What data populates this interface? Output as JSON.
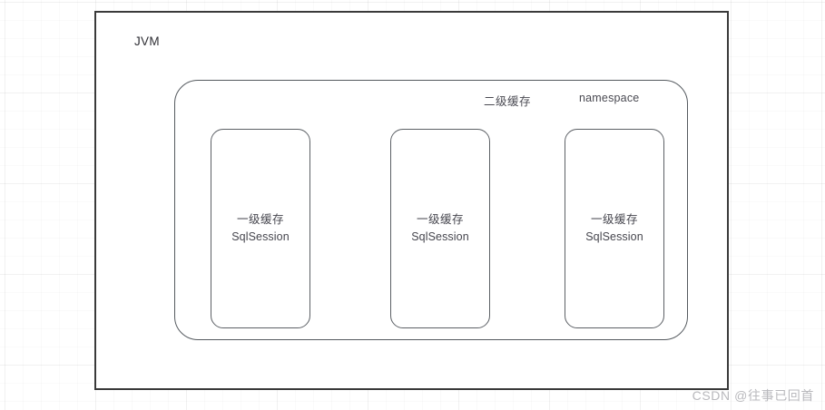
{
  "diagram": {
    "title_label": "JVM",
    "second_level_cache": {
      "cn_label": "二级缓存",
      "scope_label": "namespace"
    },
    "first_level_caches": [
      {
        "cn_label": "一级缓存",
        "en_label": "SqlSession"
      },
      {
        "cn_label": "一级缓存",
        "en_label": "SqlSession"
      },
      {
        "cn_label": "一级缓存",
        "en_label": "SqlSession"
      }
    ]
  },
  "watermark": {
    "text": "CSDN @往事已回首"
  },
  "colors": {
    "outer_border": "#3a3a3a",
    "inner_border": "#555a5f",
    "box_border": "#5c6065",
    "text": "#46464e",
    "watermark": "#b9b9bd",
    "background": "#ffffff"
  }
}
